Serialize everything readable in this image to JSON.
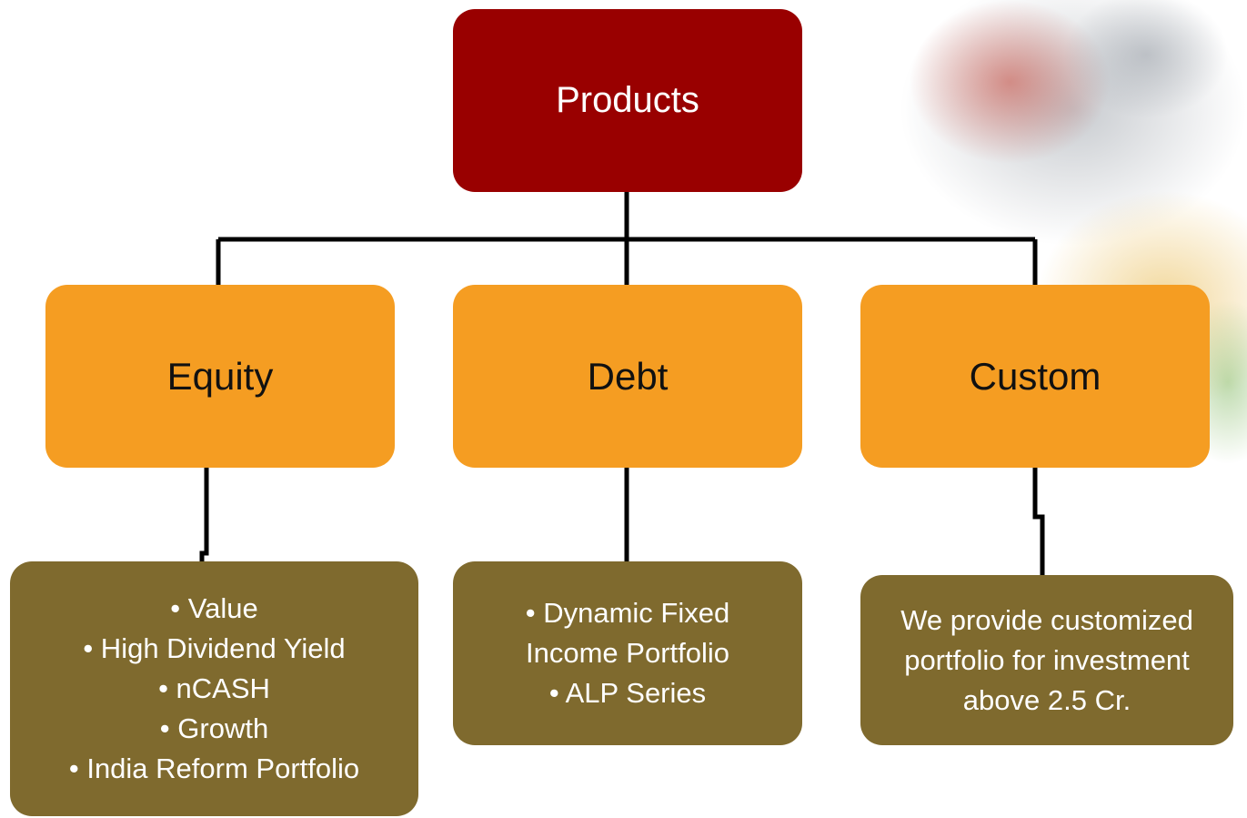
{
  "root": {
    "label": "Products"
  },
  "categories": [
    {
      "label": "Equity"
    },
    {
      "label": "Debt"
    },
    {
      "label": "Custom"
    }
  ],
  "details": {
    "equity": [
      "• Value",
      "• High Dividend Yield",
      "• nCASH",
      "• Growth",
      "• India Reform Portfolio"
    ],
    "debt": [
      "•  Dynamic Fixed",
      "Income Portfolio",
      "•  ALP Series"
    ],
    "custom": [
      "We provide customized",
      "portfolio for investment",
      "above 2.5 Cr."
    ]
  },
  "colors": {
    "root": "#990000",
    "category": "#f59d22",
    "detail": "#7f6a2e",
    "connector": "#000000"
  }
}
